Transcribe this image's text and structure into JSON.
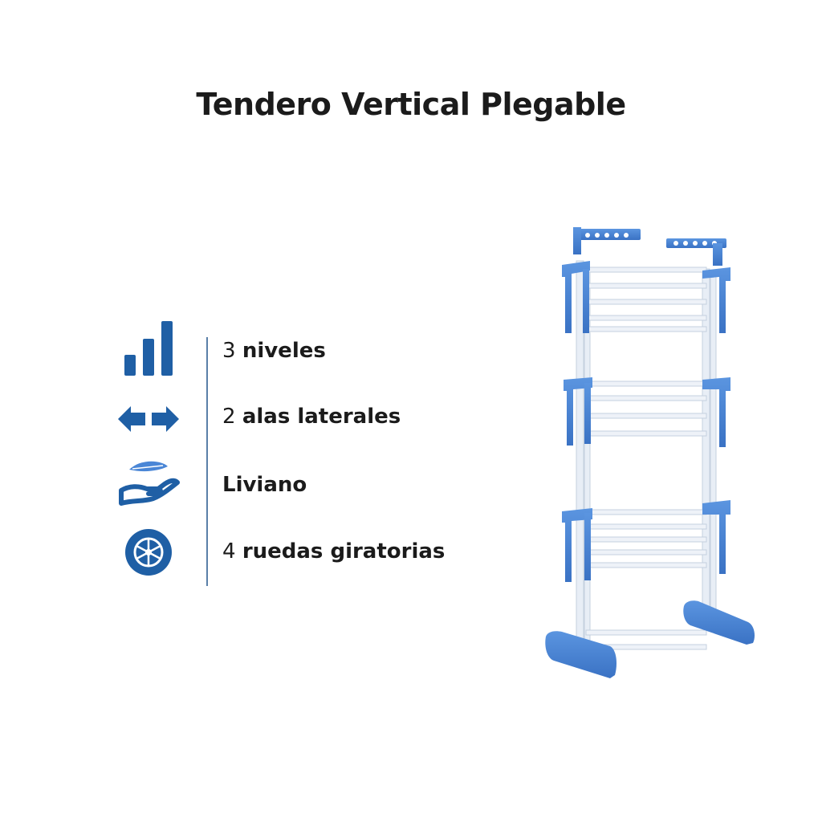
{
  "title": "Tendero Vertical Plegable",
  "brand_color": "#1f5fa5",
  "accent_color": "#4a86d6",
  "features": [
    {
      "icon": "bar-chart-icon",
      "number": "3",
      "text": "niveles"
    },
    {
      "icon": "double-arrow-icon",
      "number": "2",
      "text": "alas laterales"
    },
    {
      "icon": "feather-hand-icon",
      "number": "",
      "text": "Liviano"
    },
    {
      "icon": "wheel-icon",
      "number": "4",
      "text": "ruedas giratorias"
    }
  ],
  "product_image": {
    "icon": "drying-rack-image"
  }
}
